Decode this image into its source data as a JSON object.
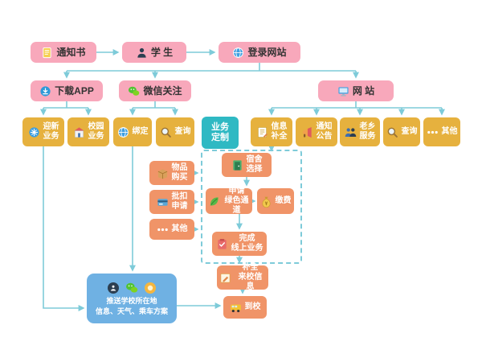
{
  "colors": {
    "pink": "#f8a8bb",
    "gold": "#e6b13e",
    "orange": "#f09468",
    "teal": "#2fb9c3",
    "panel_blue": "#6fb1e3",
    "arrow": "#7ecbd9",
    "background": "#ffffff"
  },
  "nodes": [
    {
      "id": "notice-letter",
      "label": "通知书",
      "icon": "document",
      "style": "pink"
    },
    {
      "id": "student",
      "label": "学 生",
      "icon": "person",
      "style": "pink"
    },
    {
      "id": "login-website",
      "label": "登录网站",
      "icon": "globe",
      "style": "pink"
    },
    {
      "id": "download-app",
      "label": "下载APP",
      "icon": "download",
      "style": "pink"
    },
    {
      "id": "wechat-follow",
      "label": "微信关注",
      "icon": "wechat",
      "style": "pink"
    },
    {
      "id": "website",
      "label": "网 站",
      "icon": "monitor",
      "style": "pink"
    },
    {
      "id": "welcome-services",
      "label": "迎新\n业务",
      "icon": "snowflake",
      "style": "gold"
    },
    {
      "id": "campus-services",
      "label": "校园\n业务",
      "icon": "school",
      "style": "gold"
    },
    {
      "id": "bind",
      "label": "绑定",
      "icon": "globe",
      "style": "gold"
    },
    {
      "id": "query-wechat",
      "label": "查询",
      "icon": "search",
      "style": "gold"
    },
    {
      "id": "business-customization",
      "label": "业务\n定制",
      "icon": null,
      "style": "teal"
    },
    {
      "id": "info-completion",
      "label": "信息\n补全",
      "icon": "form",
      "style": "gold"
    },
    {
      "id": "notice-announcements",
      "label": "通知\n公告",
      "icon": "megaphone",
      "style": "gold"
    },
    {
      "id": "hometown-service",
      "label": "老乡\n服务",
      "icon": "people",
      "style": "gold"
    },
    {
      "id": "query-website",
      "label": "查询",
      "icon": "search",
      "style": "gold"
    },
    {
      "id": "other-website",
      "label": "其他",
      "icon": "ellipsis",
      "style": "gold"
    },
    {
      "id": "item-purchase",
      "label": "物品\n购买",
      "icon": "package",
      "style": "orange"
    },
    {
      "id": "deduction-apply",
      "label": "批扣\n申请",
      "icon": "card",
      "style": "orange"
    },
    {
      "id": "other-custom",
      "label": "其他",
      "icon": "ellipsis",
      "style": "orange"
    },
    {
      "id": "dorm-selection",
      "label": "宿舍\n选择",
      "icon": "door",
      "style": "orange"
    },
    {
      "id": "green-channel",
      "label": "申请\n绿色通道",
      "icon": "leaf",
      "style": "orange"
    },
    {
      "id": "payment",
      "label": "缴费",
      "icon": "moneybag",
      "style": "orange"
    },
    {
      "id": "finish-online",
      "label": "完成\n线上业务",
      "icon": "checklist",
      "style": "orange"
    },
    {
      "id": "arrival-info",
      "label": "补全\n来校信息",
      "icon": "pencil",
      "style": "orange"
    },
    {
      "id": "arrive-school",
      "label": "到校",
      "icon": "bus",
      "style": "orange"
    }
  ],
  "push_panel": {
    "id": "push-info",
    "lines": [
      "推送学校所在地",
      "信息、天气、乘车方案"
    ],
    "icons": [
      "app",
      "wechat",
      "sun"
    ]
  }
}
